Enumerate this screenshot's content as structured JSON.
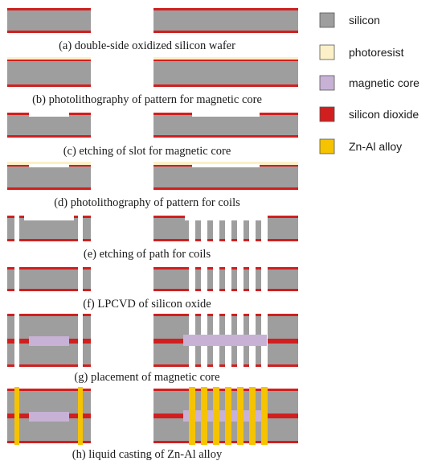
{
  "colors": {
    "silicon": "#9e9e9e",
    "photoresist": "#fbf0c7",
    "magnetic_core": "#c7b2d6",
    "silicon_dioxide": "#d11f1f",
    "alloy": "#f5c300"
  },
  "legend": [
    {
      "key": "silicon",
      "label": "silicon",
      "color": "#9e9e9e"
    },
    {
      "key": "photoresist",
      "label": "photoresist",
      "color": "#fbf0c7"
    },
    {
      "key": "magnetic_core",
      "label": "magnetic core",
      "color": "#c7b2d6"
    },
    {
      "key": "silicon_dioxide",
      "label": "silicon dioxide",
      "color": "#d11f1f"
    },
    {
      "key": "alloy",
      "label": "Zn-Al alloy",
      "color": "#f5c300"
    }
  ],
  "steps": [
    {
      "id": "a",
      "caption": "(a) double-side oxidized silicon wafer"
    },
    {
      "id": "b",
      "caption": "(b) photolithography of pattern for magnetic core"
    },
    {
      "id": "c",
      "caption": "(c) etching of slot for magnetic core"
    },
    {
      "id": "d",
      "caption": "(d) photolithography of pattern for coils"
    },
    {
      "id": "e",
      "caption": "(e) etching of path for coils"
    },
    {
      "id": "f",
      "caption": "(f) LPCVD of silicon oxide"
    },
    {
      "id": "g",
      "caption": "(g) placement of magnetic core"
    },
    {
      "id": "h",
      "caption": "(h) liquid casting of Zn-Al alloy"
    }
  ]
}
